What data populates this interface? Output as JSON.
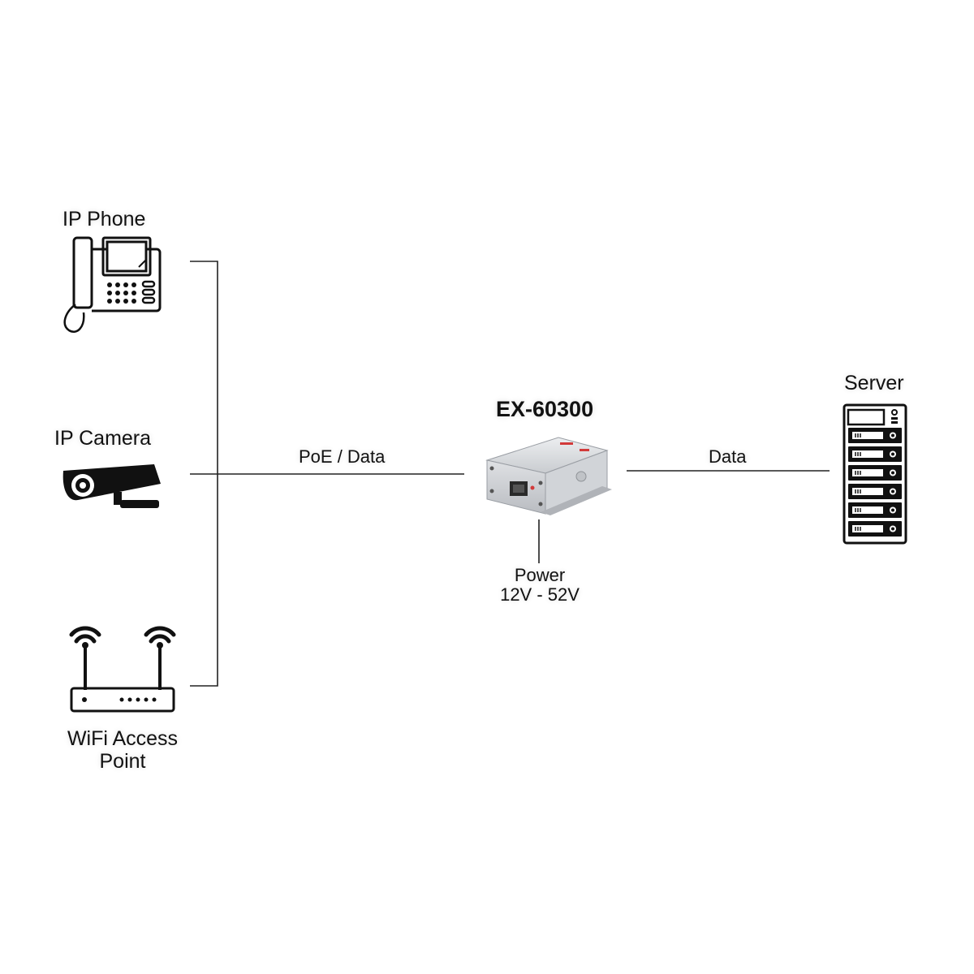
{
  "devices": {
    "ip_phone": {
      "label": "IP Phone"
    },
    "ip_camera": {
      "label": "IP Camera"
    },
    "wifi_ap": {
      "label_line1": "WiFi Access",
      "label_line2": "Point"
    },
    "server": {
      "label": "Server"
    }
  },
  "splitter": {
    "model": "EX-60300",
    "icon": "poe-splitter-device"
  },
  "links": {
    "poe_data": "PoE  / Data",
    "data": "Data",
    "power_line1": "Power",
    "power_line2": "12V - 52V"
  },
  "colors": {
    "line": "#222222",
    "icon": "#111111",
    "device_body": "#d7d9dc",
    "accent_red": "#d23a3a"
  }
}
